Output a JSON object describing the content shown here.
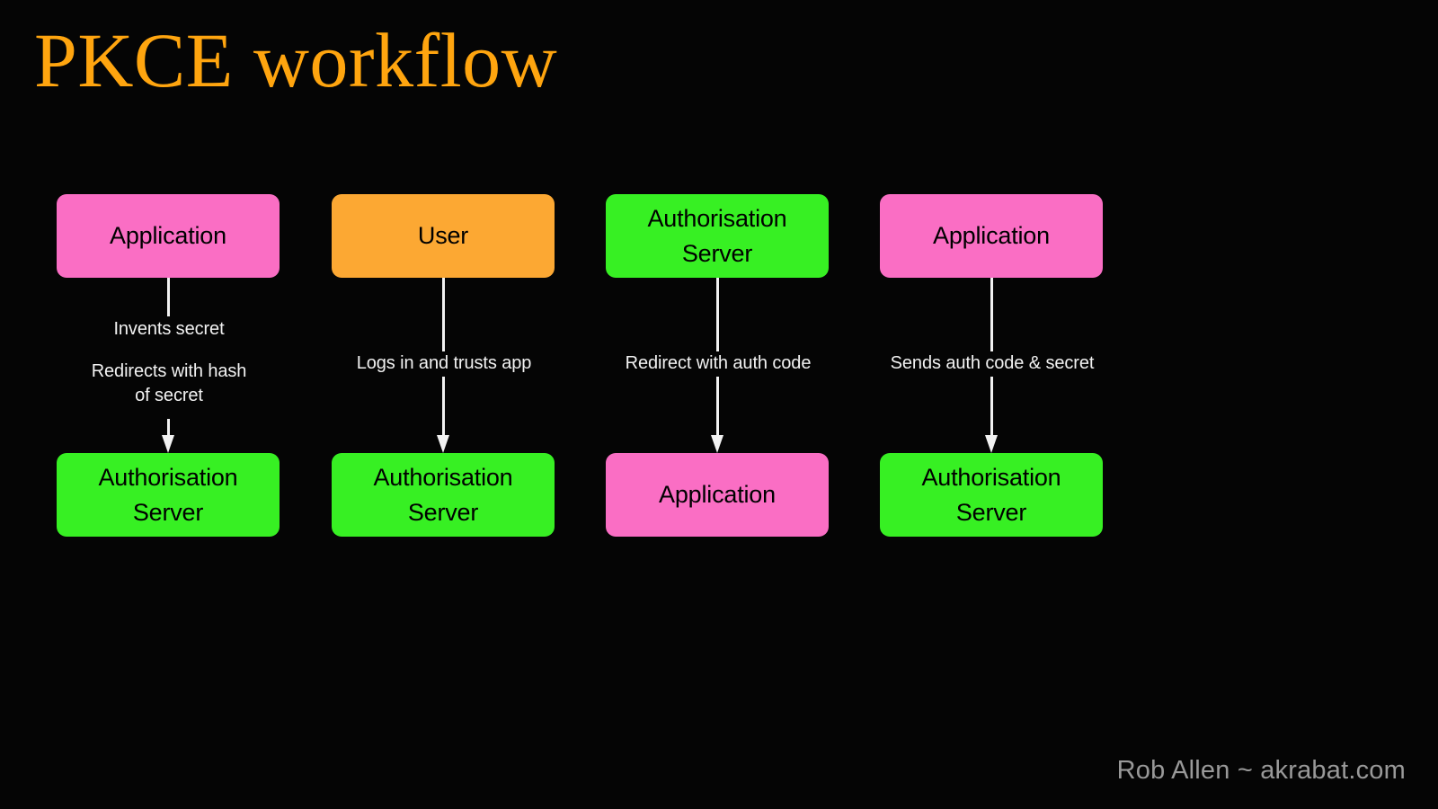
{
  "slide": {
    "title": "PKCE workflow",
    "background_color": "#050505",
    "title_color": "#ffa50f",
    "footer": "Rob Allen ~ akrabat.com",
    "footer_color": "#999999"
  },
  "palette": {
    "pink": "#fa6ec4",
    "green": "#37f023",
    "orange": "#fca833",
    "connector": "#f2f2f2",
    "node_text": "#000000"
  },
  "diagram": {
    "type": "flow-columns",
    "columns": [
      {
        "id": "column-1",
        "top_node": {
          "label": "Application",
          "color": "pink"
        },
        "bottom_node": {
          "label": "Authorisation\nServer",
          "color": "green"
        },
        "labels": [
          {
            "text": "Invents secret"
          },
          {
            "text": "Redirects with hash\nof secret"
          }
        ]
      },
      {
        "id": "column-2",
        "top_node": {
          "label": "User",
          "color": "orange"
        },
        "bottom_node": {
          "label": "Authorisation\nServer",
          "color": "green"
        },
        "labels": [
          {
            "text": "Logs in and trusts app"
          }
        ]
      },
      {
        "id": "column-3",
        "top_node": {
          "label": "Authorisation\nServer",
          "color": "green"
        },
        "bottom_node": {
          "label": "Application",
          "color": "pink"
        },
        "labels": [
          {
            "text": "Redirect with auth code"
          }
        ]
      },
      {
        "id": "column-4",
        "top_node": {
          "label": "Application",
          "color": "pink"
        },
        "bottom_node": {
          "label": "Authorisation\nServer",
          "color": "green"
        },
        "labels": [
          {
            "text": "Sends auth code & secret"
          }
        ]
      }
    ]
  }
}
